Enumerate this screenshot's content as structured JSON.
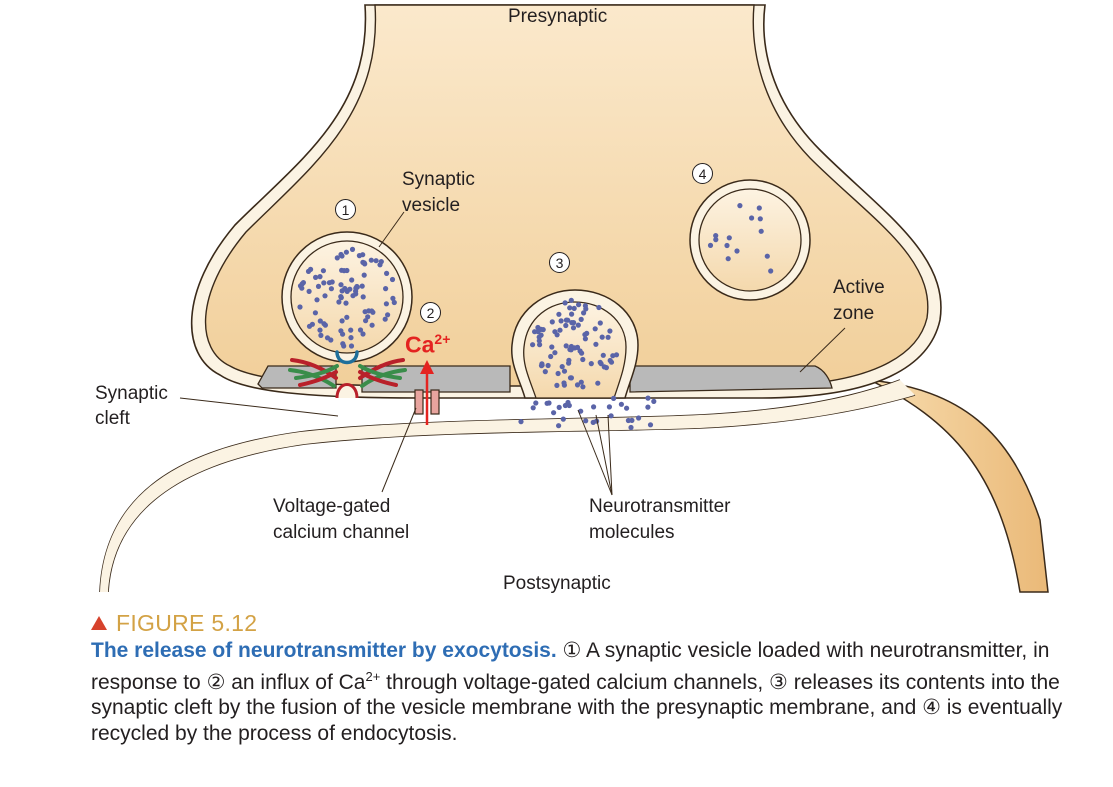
{
  "labels": {
    "presynaptic": "Presynaptic",
    "postsynaptic": "Postsynaptic",
    "synaptic_vesicle_1": "Synaptic",
    "synaptic_vesicle_2": "vesicle",
    "active_zone_1": "Active",
    "active_zone_2": "zone",
    "synaptic_cleft_1": "Synaptic",
    "synaptic_cleft_2": "cleft",
    "vg_channel_1": "Voltage-gated",
    "vg_channel_2": "calcium channel",
    "nt_molecules_1": "Neurotransmitter",
    "nt_molecules_2": "molecules",
    "ca_ion": "Ca",
    "ca_charge": "2+"
  },
  "steps": [
    "1",
    "2",
    "3",
    "4"
  ],
  "figure": {
    "label": "FIGURE 5.12",
    "title": "The release of neurotransmitter by exocytosis.",
    "text_1": " ① A synaptic vesicle loaded with neurotransmitter, in response to ② an influx of Ca",
    "text_sup": "2+",
    "text_2": " through voltage-gated calcium channels, ③ releases its contents into the synaptic cleft by the fusion of the vesicle membrane with the presynaptic membrane, and ④ is eventually recycled by the process of endocytosis."
  },
  "colors": {
    "cytoplasm": "#f6ddb3",
    "membrane": "#fbf3e3",
    "outline": "#3a2a1a",
    "active_zone": "#b9b9b9",
    "neurotransmitter": "#5a64a8",
    "calcium": "#e42320",
    "figure_label": "#d3a245",
    "caption_title": "#2e6db4"
  }
}
